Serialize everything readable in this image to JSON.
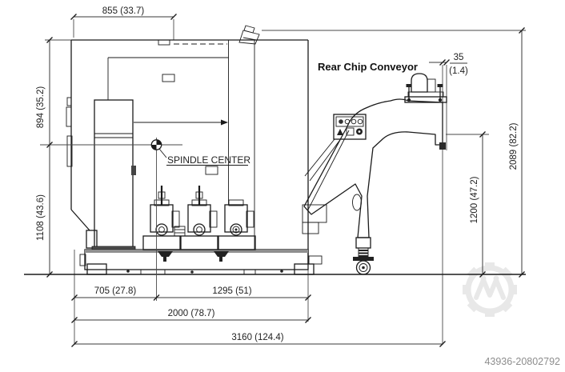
{
  "drawing": {
    "conveyor_label": "Rear Chip Conveyor",
    "spindle_center_label": "SPINDLE CENTER",
    "dimensions": {
      "top_width": "855 (33.7)",
      "upper_height": "894 (35.2)",
      "lower_height": "1108 (43.6)",
      "overhang_mm": "35",
      "overhang_in": "(1.4)",
      "overall_height": "2089 (82.2)",
      "discharge_height": "1200 (47.2)",
      "front_width": "705 (27.8)",
      "rear_width": "1295 (51)",
      "machine_width": "2000 (78.7)",
      "overall_width": "3160 (124.4)"
    },
    "watermark_id": "43936-20802792",
    "colors": {
      "machine_cream": "#f8f2d0",
      "metal_gray": "#a9a9a9",
      "turret_gray": "#b7b7b7",
      "dark_detail": "#262626",
      "line": "#1b1b1b",
      "watermark": "#e8e8e8"
    }
  }
}
